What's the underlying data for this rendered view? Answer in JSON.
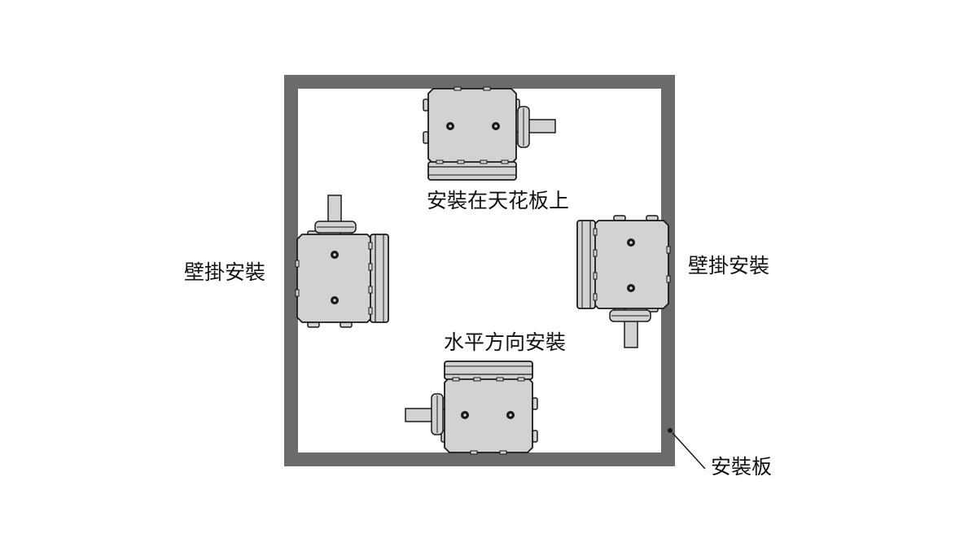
{
  "labels": {
    "ceiling_mount": "安裝在天花板上",
    "wall_mount_left": "壁掛安裝",
    "wall_mount_right": "壁掛安裝",
    "horizontal_mount": "水平方向安裝",
    "mounting_plate": "安裝板"
  },
  "colors": {
    "frame": "#6b6b6b",
    "motor_body": "#d2d2d2",
    "motor_stroke": "#1a1a1a",
    "text": "#111111"
  },
  "icons": [
    "motor-top",
    "motor-left",
    "motor-right",
    "motor-bottom"
  ]
}
